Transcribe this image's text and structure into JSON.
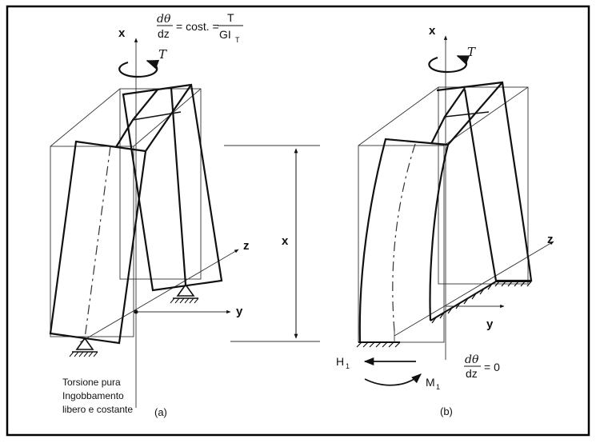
{
  "panel_a": {
    "x_axis": "x",
    "y_axis": "y",
    "z_axis": "z",
    "torque": "T",
    "formula_num": "dθ",
    "formula_den": "dz",
    "formula_mid": "= cost. =",
    "formula_rhs_num": "T",
    "formula_rhs_den_main": "GI",
    "formula_rhs_den_sub": "T",
    "caption": "(a)",
    "note_lines": [
      "Torsione pura",
      "Ingobbamento",
      "libero e costante"
    ]
  },
  "panel_b": {
    "x_axis": "x",
    "y_axis": "y",
    "z_axis": "z",
    "torque": "T",
    "dimension_x": "x",
    "force_main": "H",
    "force_sub": "1",
    "moment_main": "M",
    "moment_sub": "1",
    "condition_num": "dθ",
    "condition_den": "dz",
    "condition_rhs": "= 0",
    "caption": "(b)"
  },
  "colors": {
    "line": "#111111",
    "frame": "#000000",
    "background": "#ffffff"
  }
}
